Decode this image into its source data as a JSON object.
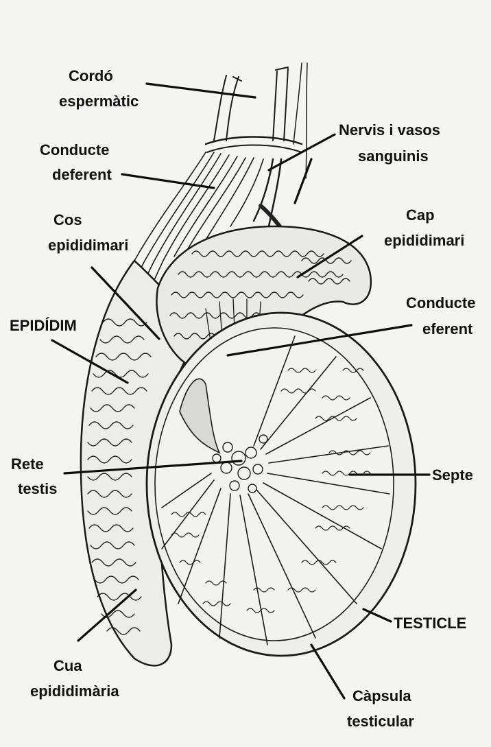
{
  "labels": {
    "cordo": [
      "Cordó",
      "espermàtic"
    ],
    "nervis": [
      "Nervis i  vasos",
      "sanguinis"
    ],
    "conducte_deferent": [
      "Conducte",
      "deferent"
    ],
    "cos_epididimari": [
      "Cos",
      "epididimari"
    ],
    "cap_epididimari": [
      "Cap",
      "epididimari"
    ],
    "epididim": "EPIDÍDIM",
    "conducte_eferent": [
      "Conducte",
      "eferent"
    ],
    "rete_testis": [
      "Rete",
      "testis"
    ],
    "septe": "Septe",
    "testicle": "TESTICLE",
    "cua_epididimaria": [
      "Cua",
      "epididimària"
    ],
    "capsula_testicular": [
      "Càpsula",
      "testicular"
    ]
  },
  "colors": {
    "background": "#f4f4f2",
    "ink": "#1a1a1a",
    "fill_light": "#e9e9e6"
  }
}
